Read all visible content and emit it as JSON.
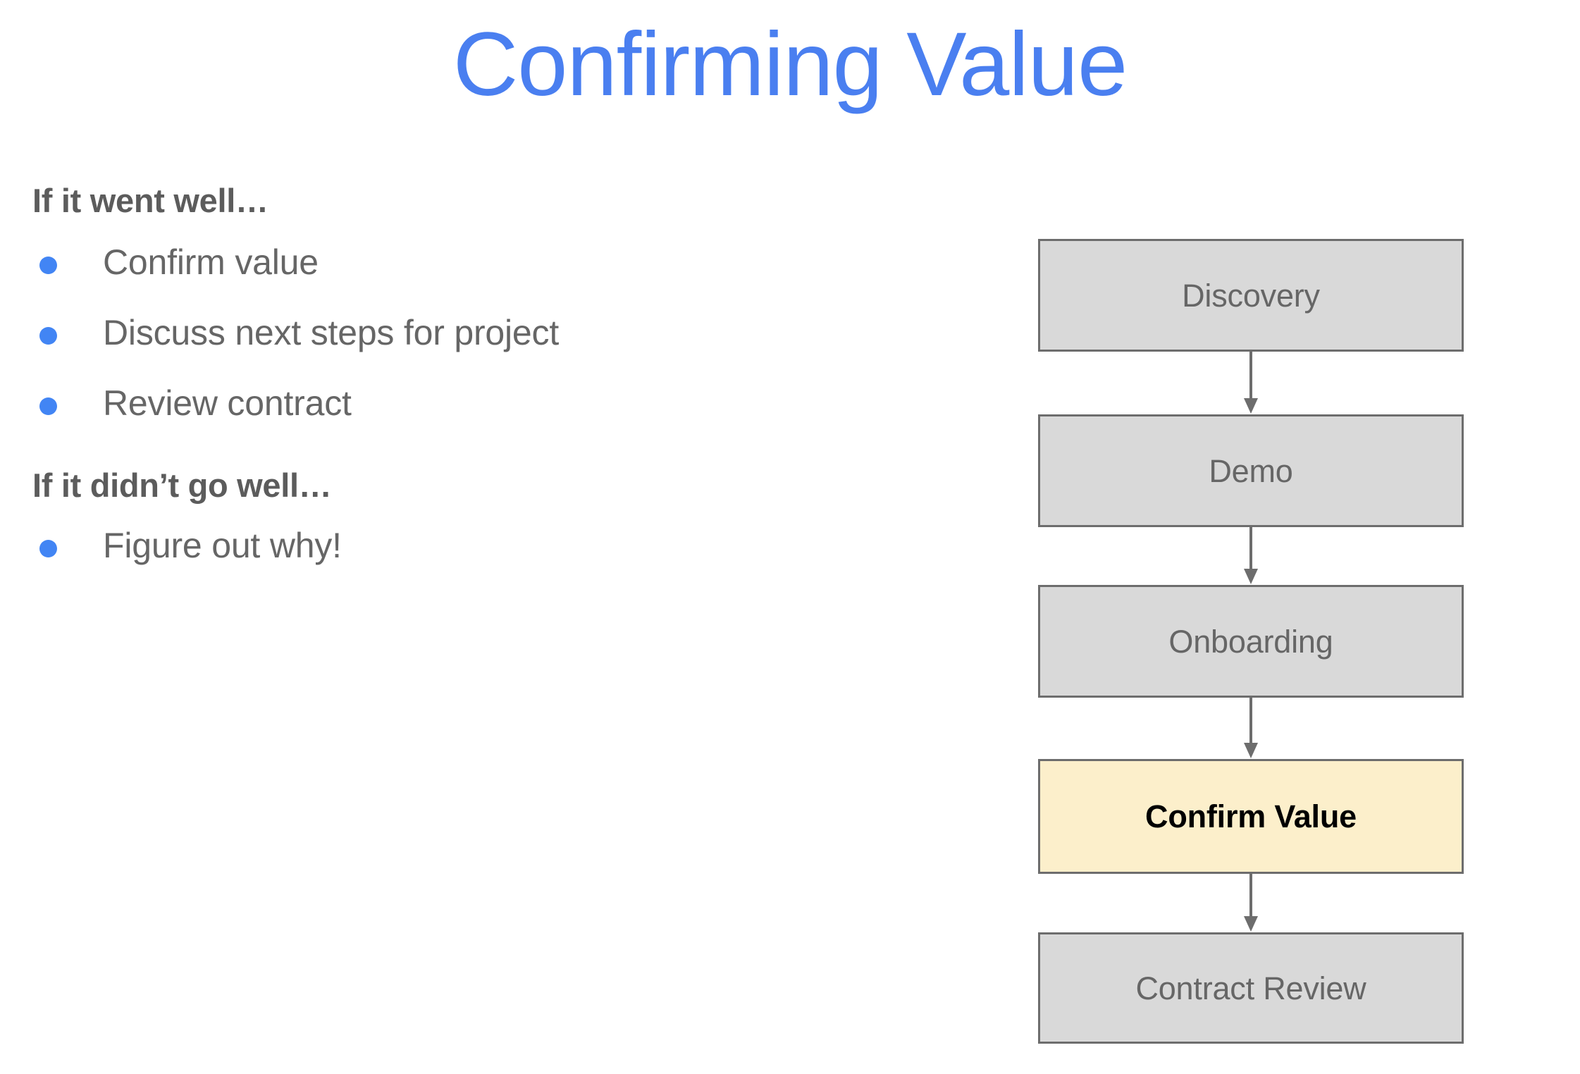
{
  "slide": {
    "title": "Confirming Value",
    "title_color": "#4a7ff0",
    "background_color": "#ffffff"
  },
  "content": {
    "bullet_color": "#4285f4",
    "heading_color": "#5c5c5c",
    "body_color": "#666666",
    "groups": [
      {
        "heading": "If it went well…",
        "bullets": [
          "Confirm value",
          "Discuss next steps for project",
          "Review contract"
        ]
      },
      {
        "heading": "If it didn’t go well…",
        "bullets": [
          "Figure out why!"
        ]
      }
    ]
  },
  "flowchart": {
    "node_fill": "#d9d9d9",
    "node_border": "#6d6d6d",
    "node_text_color": "#666666",
    "highlight_fill": "#fcefcb",
    "highlight_text_color": "#000000",
    "arrow_color": "#6d6d6d",
    "nodes": [
      {
        "label": "Discovery",
        "highlighted": false
      },
      {
        "label": "Demo",
        "highlighted": false
      },
      {
        "label": "Onboarding",
        "highlighted": false
      },
      {
        "label": "Confirm Value",
        "highlighted": true
      },
      {
        "label": "Contract Review",
        "highlighted": false
      }
    ],
    "connectors": [
      {
        "from": "Discovery",
        "to": "Demo"
      },
      {
        "from": "Demo",
        "to": "Onboarding"
      },
      {
        "from": "Onboarding",
        "to": "Confirm Value"
      },
      {
        "from": "Confirm Value",
        "to": "Contract Review"
      }
    ]
  }
}
